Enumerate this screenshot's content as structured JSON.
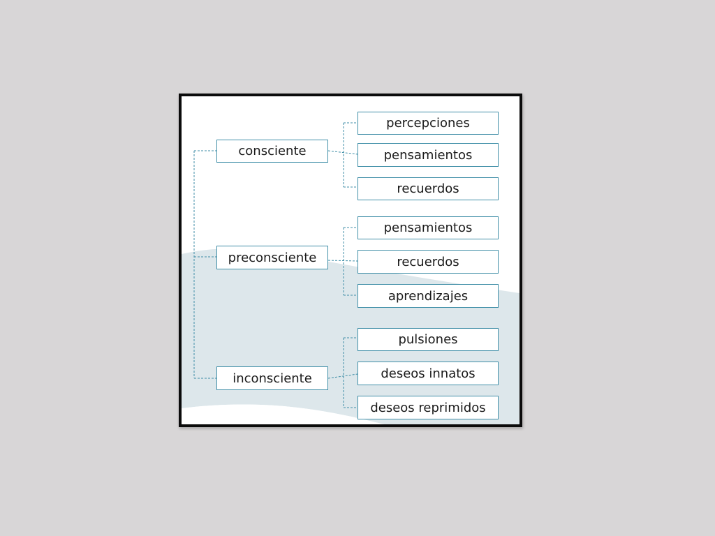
{
  "colors": {
    "page_background": "#d8d6d7",
    "frame_border": "#0b0b0b",
    "wave_fill": "#dde7eb",
    "node_border": "#3f8ea7",
    "connector": "#3f8ea7",
    "text": "#1a1a1a"
  },
  "diagram": {
    "root_nodes": [
      {
        "label": "consciente",
        "children": [
          "percepciones",
          "pensamientos",
          "recuerdos"
        ]
      },
      {
        "label": "preconsciente",
        "children": [
          "pensamientos",
          "recuerdos",
          "aprendizajes"
        ]
      },
      {
        "label": "inconsciente",
        "children": [
          "pulsiones",
          "deseos innatos",
          "deseos reprimidos"
        ]
      }
    ]
  }
}
